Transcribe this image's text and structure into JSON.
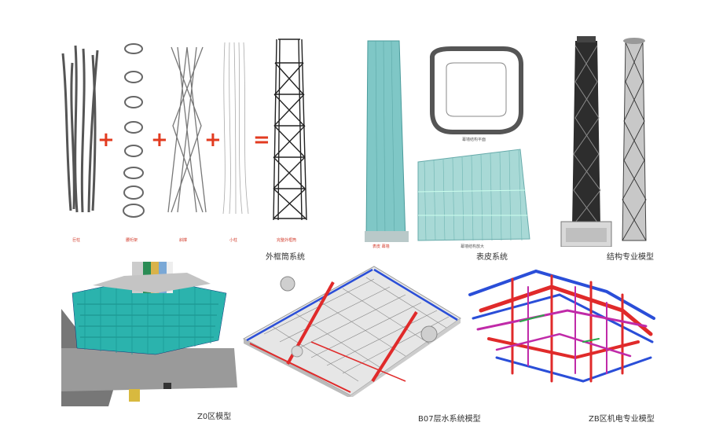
{
  "captions": {
    "outer_frame": "外框筒系统",
    "skin": "表皮系统",
    "structure": "结构专业模型",
    "z0": "Z0区模型",
    "b07": "B07层水系统模型",
    "zb": "ZB区机电专业模型"
  },
  "sub_labels": {
    "columns": "巨柱",
    "rings": "腰桁架",
    "braces": "斜撑",
    "small_columns": "小柱",
    "complete": "完整外框筒",
    "skin_left": "表皮 幕墙",
    "skin_right_top": "幕墙结构平面",
    "skin_right_bottom": "幕墙结构放大"
  },
  "operators": {
    "plus": "+",
    "equals": "="
  },
  "colors": {
    "accent": "#e23b20",
    "teal": "#2aa9a2",
    "pipe_red": "#e02a2a",
    "pipe_blue": "#2a4ed8",
    "pipe_magenta": "#c02aa8"
  }
}
